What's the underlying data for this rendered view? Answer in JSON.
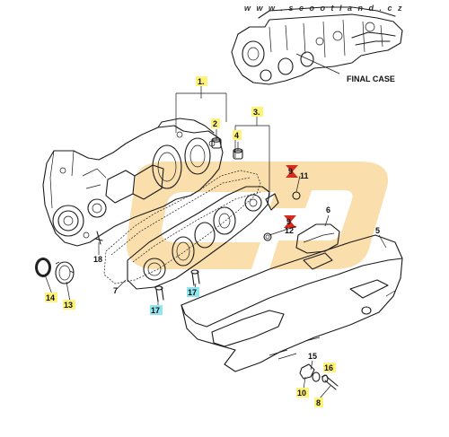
{
  "watermark": "w w w . s c o o t l a n d . c z",
  "inset_label": "FINAL CASE",
  "colors": {
    "highlight_yellow": "#fff27a",
    "highlight_cyan": "#8fe6ee",
    "logo_orange": "#f6c46a",
    "marker_red": "#d82a1e"
  },
  "callouts": [
    {
      "id": "c1",
      "text": "1.",
      "highlight": "yellow"
    },
    {
      "id": "c2",
      "text": "2",
      "highlight": "yellow"
    },
    {
      "id": "c3",
      "text": "3.",
      "highlight": "yellow"
    },
    {
      "id": "c4",
      "text": "4",
      "highlight": "yellow"
    },
    {
      "id": "c9a",
      "text": "9",
      "highlight": "none"
    },
    {
      "id": "c11",
      "text": "11",
      "highlight": "none"
    },
    {
      "id": "c9b",
      "text": "9",
      "highlight": "none"
    },
    {
      "id": "c12",
      "text": "12",
      "highlight": "none"
    },
    {
      "id": "c6",
      "text": "6",
      "highlight": "none"
    },
    {
      "id": "c5",
      "text": "5",
      "highlight": "none"
    },
    {
      "id": "c18",
      "text": "18",
      "highlight": "none"
    },
    {
      "id": "c7",
      "text": "7",
      "highlight": "none"
    },
    {
      "id": "c14",
      "text": "14",
      "highlight": "yellow"
    },
    {
      "id": "c13",
      "text": "13",
      "highlight": "yellow"
    },
    {
      "id": "c17a",
      "text": "17",
      "highlight": "cyan"
    },
    {
      "id": "c17b",
      "text": "17",
      "highlight": "cyan"
    },
    {
      "id": "c15",
      "text": "15",
      "highlight": "none"
    },
    {
      "id": "c16",
      "text": "16",
      "highlight": "yellow"
    },
    {
      "id": "c10",
      "text": "10",
      "highlight": "yellow"
    },
    {
      "id": "c8",
      "text": "8",
      "highlight": "yellow"
    }
  ]
}
